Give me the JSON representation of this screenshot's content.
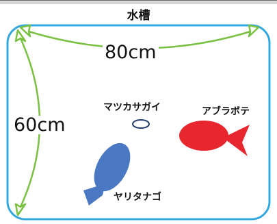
{
  "title": "水槽",
  "dimensions": {
    "width": "80cm",
    "height": "60cm"
  },
  "labels": {
    "shell": "マツカサガイ",
    "red_fish": "アブラボテ",
    "blue_fish": "ヤリタナゴ"
  },
  "colors": {
    "tank_border": "#33a8e0",
    "dimension_arrow": "#7ac142",
    "red_fish": "#e8262d",
    "blue_fish": "#4a78c2",
    "shell_outline": "#1f3a6b"
  },
  "icons": [
    "shell-icon",
    "red-fish-icon",
    "blue-fish-icon"
  ]
}
